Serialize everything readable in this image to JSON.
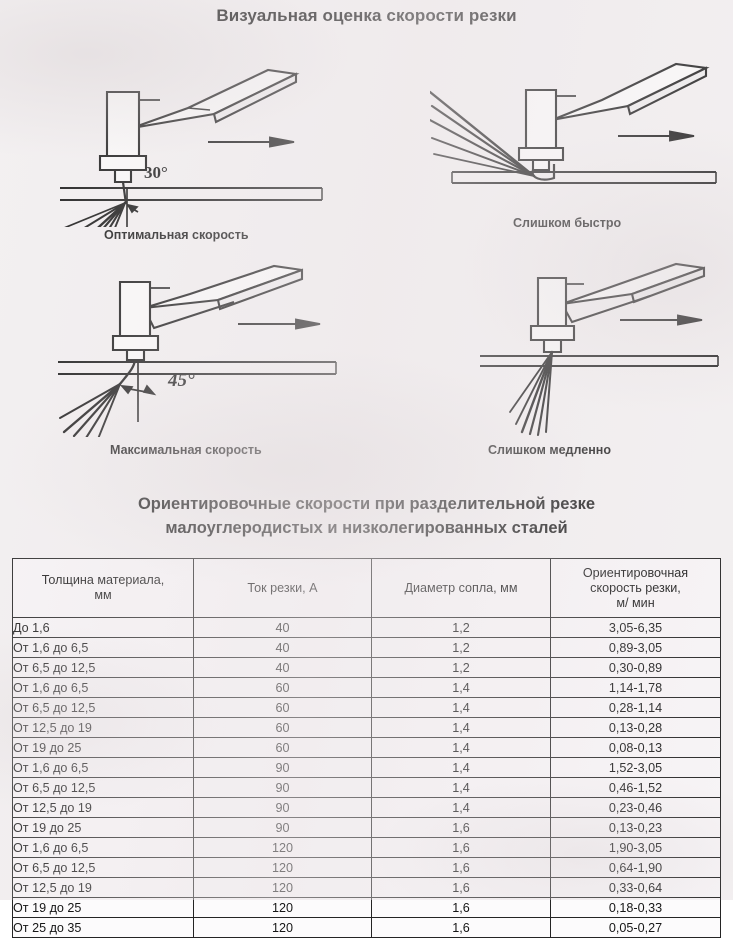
{
  "document": {
    "title": "Визуальная оценка скорости резки",
    "section_heading_line1": "Ориентировочные скорости при разделительной резке",
    "section_heading_line2": "малоуглеродистых и низколегированных сталей"
  },
  "figures": [
    {
      "id": "optimal",
      "caption": "Оптимальная скорость",
      "angle_label": "30°",
      "spark_direction": "backward-slanted"
    },
    {
      "id": "too-fast",
      "caption": "Слишком быстро",
      "angle_label": "",
      "spark_direction": "backward-shallow"
    },
    {
      "id": "maximum",
      "caption": "Максимальная скорость",
      "angle_label": "45°",
      "spark_direction": "backward-steep"
    },
    {
      "id": "too-slow",
      "caption": "Слишком медленно",
      "angle_label": "",
      "spark_direction": "straight-down"
    }
  ],
  "table": {
    "headers": [
      "Толщина материала,\nмм",
      "Ток резки, А",
      "Диаметр сопла, мм",
      "Ориентировочная\nскорость резки,\nм/ мин"
    ],
    "header_lines": {
      "h1": [
        "Толщина материала,",
        "мм"
      ],
      "h2": [
        "Ток резки, А"
      ],
      "h3": [
        "Диаметр сопла, мм"
      ],
      "h4": [
        "Ориентировочная",
        "скорость резки,",
        "м/ мин"
      ]
    },
    "rows": [
      {
        "thickness": "До 1,6",
        "current": "40",
        "nozzle": "1,2",
        "speed": "3,05-6,35"
      },
      {
        "thickness": "От 1,6 до 6,5",
        "current": "40",
        "nozzle": "1,2",
        "speed": "0,89-3,05"
      },
      {
        "thickness": "От 6,5 до 12,5",
        "current": "40",
        "nozzle": "1,2",
        "speed": "0,30-0,89"
      },
      {
        "thickness": "От 1,6 до 6,5",
        "current": "60",
        "nozzle": "1,4",
        "speed": "1,14-1,78"
      },
      {
        "thickness": "От 6,5 до 12,5",
        "current": "60",
        "nozzle": "1,4",
        "speed": "0,28-1,14"
      },
      {
        "thickness": "От 12,5 до 19",
        "current": "60",
        "nozzle": "1,4",
        "speed": "0,13-0,28"
      },
      {
        "thickness": "От 19 до 25",
        "current": "60",
        "nozzle": "1,4",
        "speed": "0,08-0,13"
      },
      {
        "thickness": "От 1,6 до 6,5",
        "current": "90",
        "nozzle": "1,4",
        "speed": "1,52-3,05"
      },
      {
        "thickness": "От 6,5 до 12,5",
        "current": "90",
        "nozzle": "1,4",
        "speed": "0,46-1,52"
      },
      {
        "thickness": "От 12,5 до 19",
        "current": "90",
        "nozzle": "1,4",
        "speed": "0,23-0,46"
      },
      {
        "thickness": "От 19 до 25",
        "current": "90",
        "nozzle": "1,6",
        "speed": "0,13-0,23"
      },
      {
        "thickness": "От 1,6 до 6,5",
        "current": "120",
        "nozzle": "1,6",
        "speed": "1,90-3,05"
      },
      {
        "thickness": "От 6,5 до 12,5",
        "current": "120",
        "nozzle": "1,6",
        "speed": "0,64-1,90"
      },
      {
        "thickness": "От 12,5 до 19",
        "current": "120",
        "nozzle": "1,6",
        "speed": "0,33-0,64"
      },
      {
        "thickness": "От 19 до 25",
        "current": "120",
        "nozzle": "1,6",
        "speed": "0,18-0,33"
      },
      {
        "thickness": "От 25 до 35",
        "current": "120",
        "nozzle": "1,6",
        "speed": "0,05-0,27"
      }
    ]
  },
  "colors": {
    "ink": "#1b1b1b",
    "paper": "#f3f0f1",
    "rule": "#242424"
  }
}
